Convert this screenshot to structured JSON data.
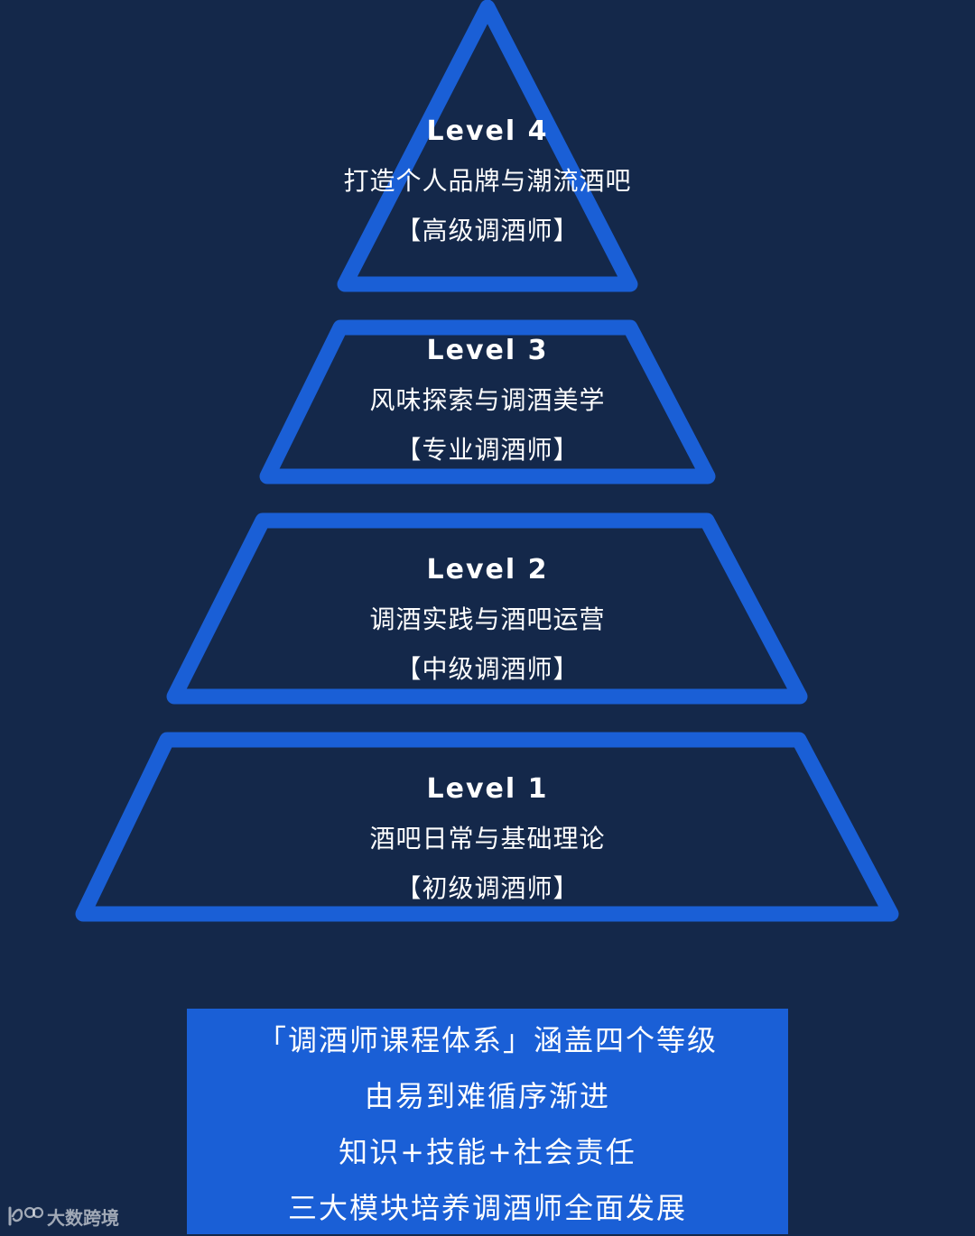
{
  "levels": [
    {
      "title": "Level 4",
      "desc": "打造个人品牌与潮流酒吧",
      "rank": "【高级调酒师】"
    },
    {
      "title": "Level 3",
      "desc": "风味探索与调酒美学",
      "rank": "【专业调酒师】"
    },
    {
      "title": "Level 2",
      "desc": "调酒实践与酒吧运营",
      "rank": "【中级调酒师】"
    },
    {
      "title": "Level 1",
      "desc": "酒吧日常与基础理论",
      "rank": "【初级调酒师】"
    }
  ],
  "summary": [
    "「调酒师课程体系」涵盖四个等级",
    "由易到难循序渐进",
    "知识+技能+社会责任",
    "三大模块培养调酒师全面发展"
  ],
  "watermark": {
    "text": "大数跨境",
    "logo": "logo-icon"
  },
  "colors": {
    "background": "#14284a",
    "accent": "#1a5fd6",
    "text": "#ffffff"
  }
}
